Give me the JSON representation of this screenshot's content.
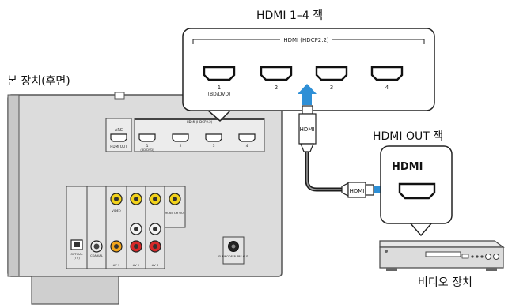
{
  "labels": {
    "hdmi_in_title": "HDMI 1–4 잭",
    "unit_title": "본 장치(후면)",
    "hdmi_out_title": "HDMI OUT 잭",
    "video_device_title": "비디오 장치"
  },
  "hdmi_panel": {
    "header": "HDMI (HDCP2.2)",
    "ports": [
      {
        "num": "1",
        "sub": "(BD/DVD)"
      },
      {
        "num": "2",
        "sub": ""
      },
      {
        "num": "3",
        "sub": ""
      },
      {
        "num": "4",
        "sub": ""
      }
    ]
  },
  "output_box": {
    "label": "HDMI"
  },
  "cable": {
    "plug_label": "HDMI"
  },
  "rear_panel": {
    "arc_label": "ARC",
    "monitor_out_label": "HDMI OUT",
    "small_ports": [
      "1",
      "2",
      "3",
      "4"
    ],
    "small_port1_sub": "(BD/DVD)",
    "video_label": "VIDEO",
    "optical_label": "OPTICAL",
    "optical_sub": "(TV)",
    "coaxial_label": "COAXIAL",
    "av_labels": [
      "AV 1",
      "AV 2",
      "AV 3"
    ],
    "monitor_out_video": "MONITOR OUT",
    "subwoofer_label": "SUBWOOFER PRE OUT"
  },
  "colors": {
    "panel_fill": "#dcdcdc",
    "panel_stroke": "#555555",
    "cable_blue": "#2e8fd6",
    "jack_yellow": "#f2d21b",
    "jack_red": "#d62a2a",
    "jack_white": "#f4f4f4"
  }
}
